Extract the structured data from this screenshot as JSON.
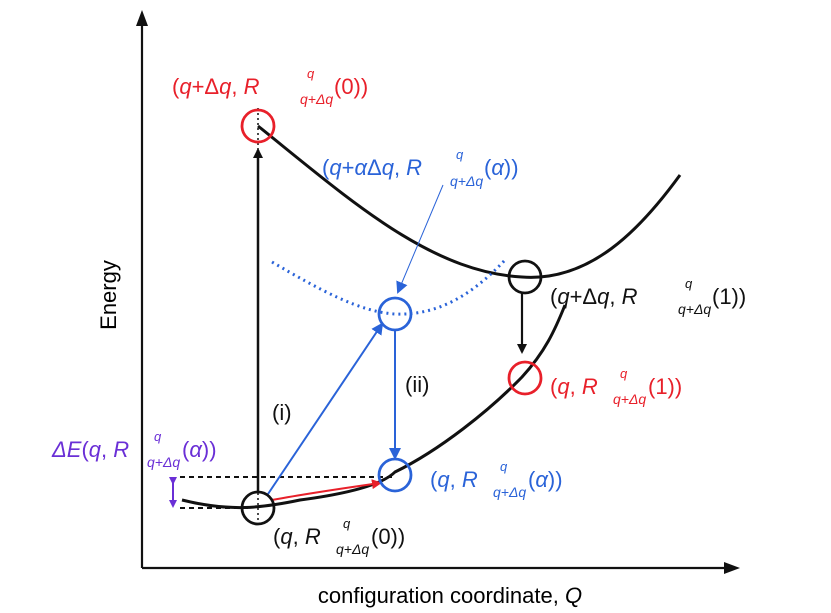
{
  "axes": {
    "ylabel": "Energy",
    "xlabel_main": "configuration coordinate, ",
    "xlabel_var": "Q"
  },
  "colors": {
    "black": "#111111",
    "red": "#e8202a",
    "blue": "#2a63d8",
    "purple": "#6a2fd6"
  },
  "labels": {
    "red_top": {
      "a": "(",
      "b": "q",
      "c": "+Δ",
      "d": "q",
      "e": ", ",
      "f": "R",
      "sub": "q+Δq",
      "sup": "q",
      "g": "(0))"
    },
    "blue_mid": {
      "a": "(",
      "b": "q",
      "c": "+",
      "d": "α",
      "e": "Δ",
      "f": "q",
      "g": ", ",
      "h": "R",
      "sub": "q+Δq",
      "sup": "q",
      "i": "(",
      "j": "α",
      "k": "))"
    },
    "black_right": {
      "a": "(",
      "b": "q",
      "c": "+Δ",
      "d": "q",
      "e": ", ",
      "f": "R",
      "sub": "q+Δq",
      "sup": "q",
      "g": "(1))"
    },
    "red_right": {
      "a": "(",
      "b": "q",
      "c": ", ",
      "f": "R",
      "sub": "q+Δq",
      "sup": "q",
      "g": "(1))"
    },
    "blue_low": {
      "a": "(",
      "b": "q",
      "c": ", ",
      "f": "R",
      "sub": "q+Δq",
      "sup": "q",
      "i": "(",
      "j": "α",
      "k": "))"
    },
    "black_bottom": {
      "a": "(",
      "b": "q",
      "c": ", ",
      "f": "R",
      "sub": "q+Δq",
      "sup": "q",
      "g": "(0))"
    },
    "delta_e": {
      "a": "ΔE",
      "b": "(",
      "c": "q",
      "d": ", ",
      "f": "R",
      "sub": "q+Δq",
      "sup": "q",
      "i": "(",
      "j": "α",
      "k": "))"
    },
    "step_i": "(i)",
    "step_ii": "(ii)"
  }
}
